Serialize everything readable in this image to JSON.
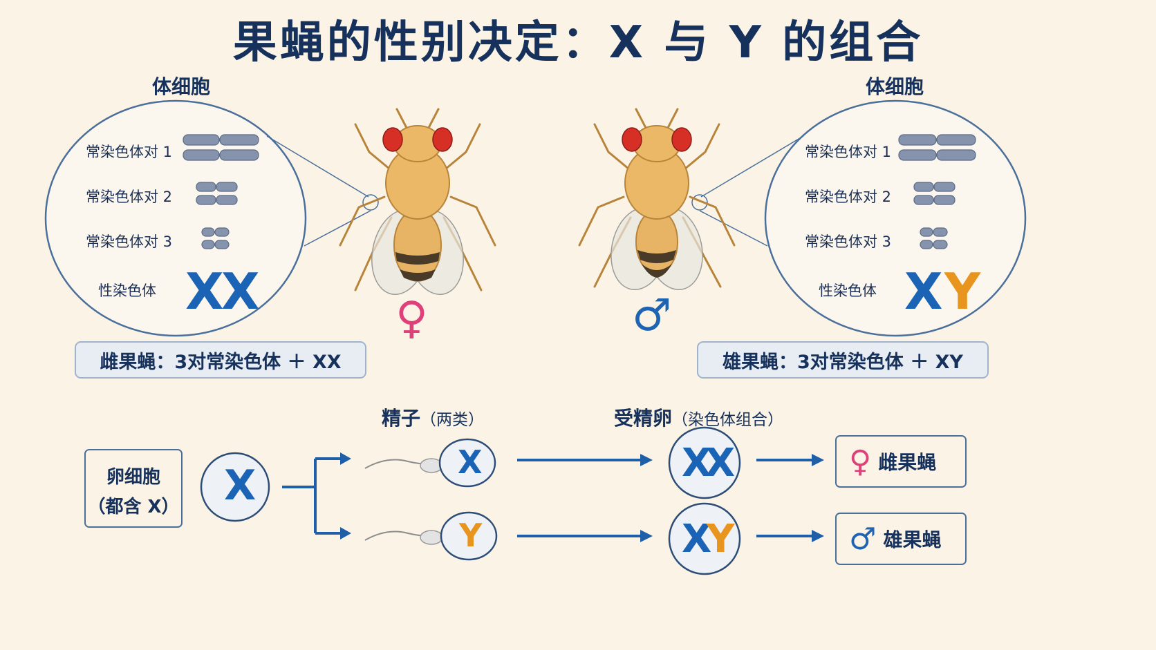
{
  "title": "果蝇的性别决定：X 与 Y 的组合",
  "female_cell": {
    "title": "体细胞",
    "rows": [
      "常染色体对 1",
      "常染色体对 2",
      "常染色体对 3",
      "性染色体"
    ],
    "sex_chromosomes": [
      "X",
      "X"
    ],
    "summary": "雌果蝇：3对常染色体 ＋ XX",
    "symbol": "♀"
  },
  "male_cell": {
    "title": "体细胞",
    "rows": [
      "常染色体对 1",
      "常染色体对 2",
      "常染色体对 3",
      "性染色体"
    ],
    "sex_chromosomes": [
      "X",
      "Y"
    ],
    "summary": "雄果蝇：3对常染色体 ＋ XY",
    "symbol": "♂"
  },
  "sperm_section": {
    "title": "精子",
    "subtitle": "（两类）"
  },
  "zygote_section": {
    "title": "受精卵",
    "subtitle": "（染色体组合）"
  },
  "egg": {
    "label_line1": "卵细胞",
    "label_line2": "（都含 X）",
    "chromosome": "X"
  },
  "sperm": [
    {
      "chromosome": "X"
    },
    {
      "chromosome": "Y"
    }
  ],
  "zygotes": [
    {
      "chromosomes": [
        "X",
        "X"
      ]
    },
    {
      "chromosomes": [
        "X",
        "Y"
      ]
    }
  ],
  "results": [
    {
      "symbol": "♀",
      "label": "雌果蝇"
    },
    {
      "symbol": "♂",
      "label": "雄果蝇"
    }
  ],
  "colors": {
    "x_chromosome": "#1a63b5",
    "y_chromosome": "#e8951f",
    "female_symbol": "#e0407a",
    "male_symbol": "#1f64b3",
    "autosome": "#8593ad",
    "title": "#16315c"
  }
}
